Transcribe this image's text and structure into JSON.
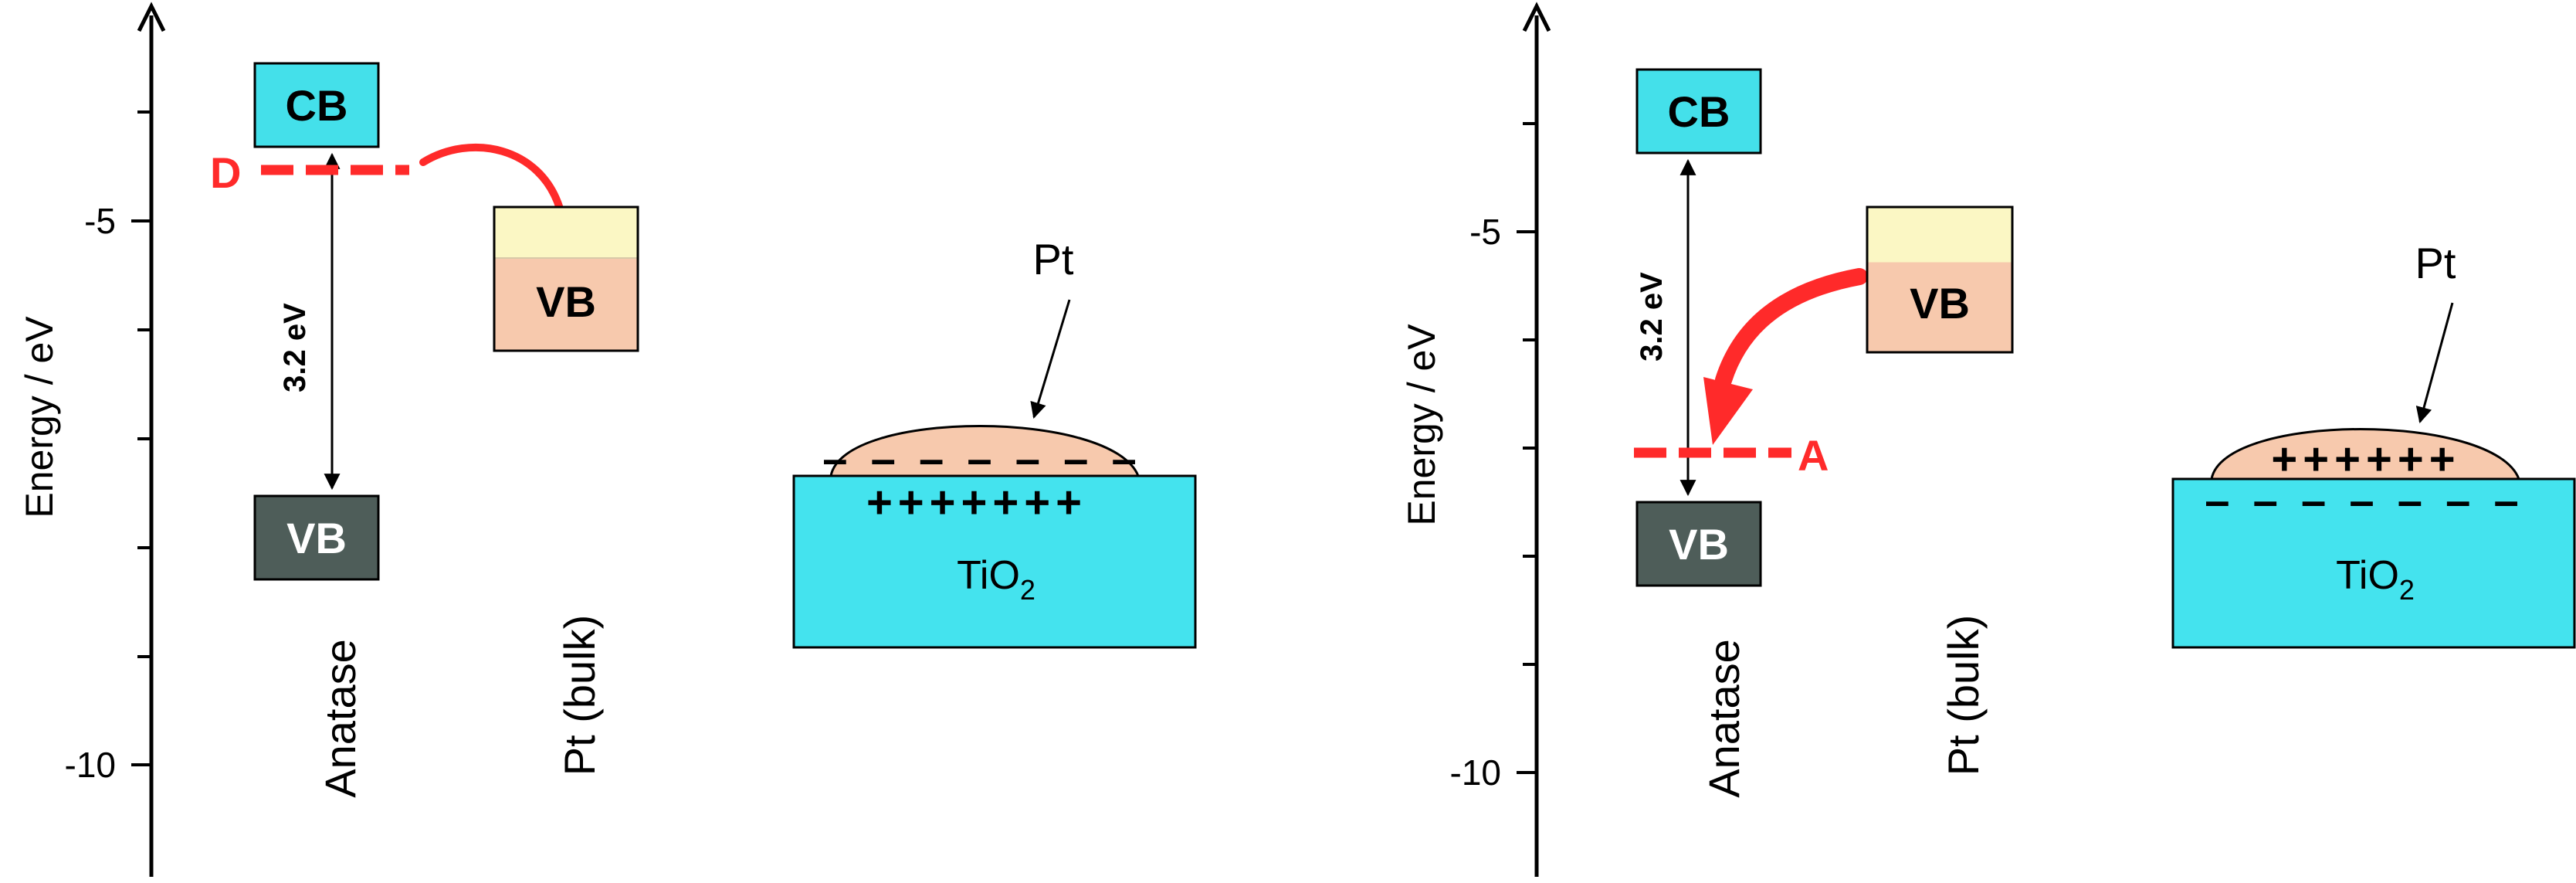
{
  "colors": {
    "cb_fill": "#44e0ea",
    "vb_anatase_fill": "#4e5d59",
    "pt_vb_fill": "#f7c9ad",
    "pt_top_fill": "#fbf7c4",
    "tio2_fill": "#44e3ee",
    "pt_particle_fill": "#f7c9ad",
    "defect_red": "#ff2a2a"
  },
  "panels": [
    {
      "axis": {
        "title": "Energy / eV",
        "tick_labels": [
          "-5",
          "-10"
        ]
      },
      "anatase": {
        "cb_label": "CB",
        "vb_label": "VB",
        "gap_label": "3.2 eV",
        "column_label": "Anatase"
      },
      "pt_bulk": {
        "vb_label": "VB",
        "column_label": "Pt (bulk)"
      },
      "defect": {
        "label": "D",
        "type": "donor"
      },
      "interface": {
        "pt_label": "Pt",
        "substrate_label": "TiO",
        "substrate_sub": "2",
        "pt_charges": "– – – – – – –",
        "tio2_charges": "+++++++"
      }
    },
    {
      "axis": {
        "title": "Energy / eV",
        "tick_labels": [
          "-5",
          "-10"
        ]
      },
      "anatase": {
        "cb_label": "CB",
        "vb_label": "VB",
        "gap_label": "3.2 eV",
        "column_label": "Anatase"
      },
      "pt_bulk": {
        "vb_label": "VB",
        "column_label": "Pt (bulk)"
      },
      "defect": {
        "label": "A",
        "type": "acceptor"
      },
      "interface": {
        "pt_label": "Pt",
        "substrate_label": "TiO",
        "substrate_sub": "2",
        "pt_charges": "++++++",
        "tio2_charges": "– – – – – – –"
      }
    }
  ]
}
